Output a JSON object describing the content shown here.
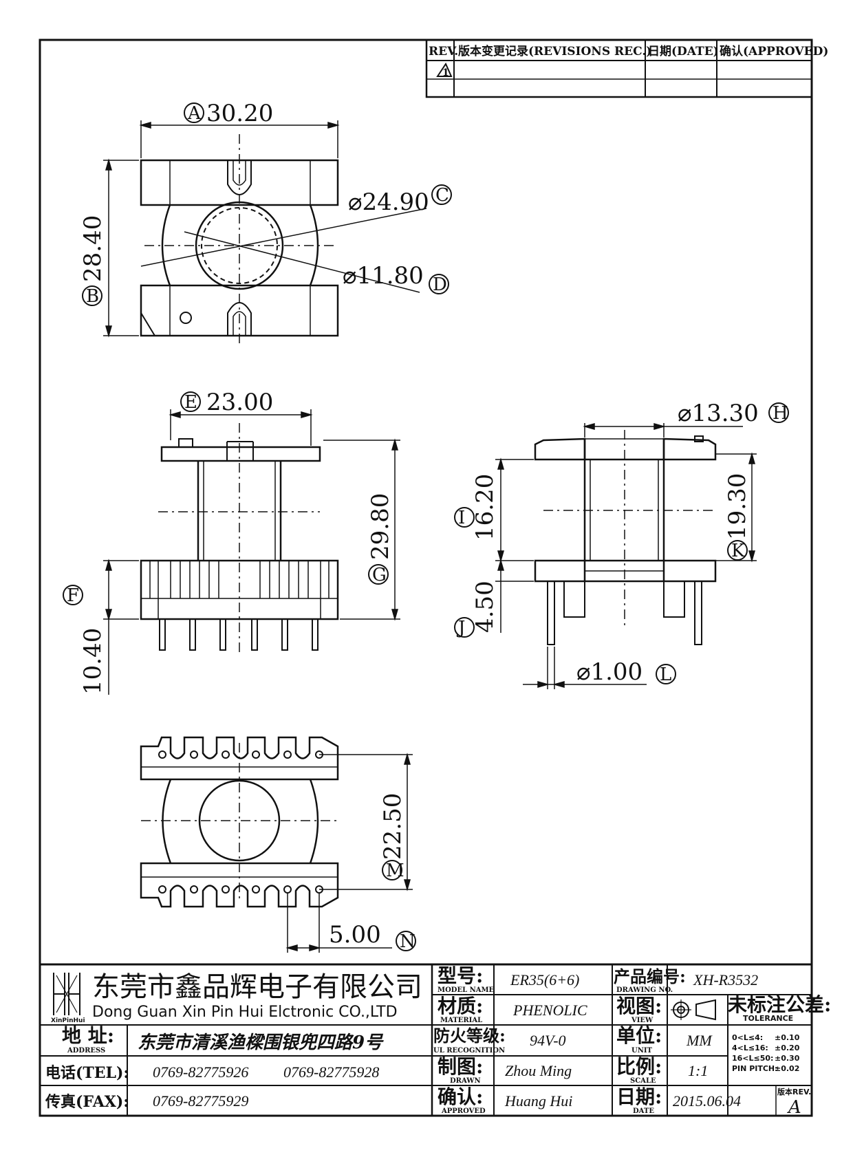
{
  "revision_table": {
    "rev_header": "REV.",
    "revisions_header": "版本变更记录(REVISIONS REC.)",
    "date_header": "日期(DATE)",
    "approved_header": "确认(APPROVED)",
    "rev_mark": "1"
  },
  "dimensions": {
    "A": {
      "label": "A",
      "value": "30.20"
    },
    "B": {
      "label": "B",
      "value": "28.40"
    },
    "C": {
      "label": "C",
      "value": "⌀24.90"
    },
    "D": {
      "label": "D",
      "value": "⌀11.80"
    },
    "E": {
      "label": "E",
      "value": "23.00"
    },
    "F": {
      "label": "F",
      "value": "10.40"
    },
    "G": {
      "label": "G",
      "value": "29.80"
    },
    "H": {
      "label": "H",
      "value": "⌀13.30"
    },
    "I": {
      "label": "I",
      "value": "16.20"
    },
    "J": {
      "label": "J",
      "value": "4.50"
    },
    "K": {
      "label": "K",
      "value": "19.30"
    },
    "L": {
      "label": "L",
      "value": "⌀1.00"
    },
    "M": {
      "label": "M",
      "value": "22.50"
    },
    "N": {
      "label": "N",
      "value": "5.00"
    }
  },
  "title_block": {
    "logo_text": "XinPinHui",
    "company_cn": "东莞市鑫品辉电子有限公司",
    "company_en": "Dong Guan Xin Pin Hui Elctronic CO.,LTD",
    "address_label_cn": "地 址:",
    "address_label_en": "ADDRESS",
    "address_value": "东莞市清溪渔樑围银兜四路9号",
    "tel_label": "电话(TEL):",
    "tel_value_1": "0769-82775926",
    "tel_value_2": "0769-82775928",
    "fax_label": "传真(FAX):",
    "fax_value": "0769-82775929",
    "model_label_cn": "型号:",
    "model_label_en": "MODEL NAME",
    "model_value": "ER35(6+6)",
    "material_label_cn": "材质:",
    "material_label_en": "MATERIAL",
    "material_value": "PHENOLIC",
    "ul_label_cn": "防火等级:",
    "ul_label_en": "UL RECOGNITION",
    "ul_value": "94V-0",
    "drawn_label_cn": "制图:",
    "drawn_label_en": "DRAWN",
    "drawn_value": "Zhou Ming",
    "approved_label_cn": "确认:",
    "approved_label_en": "APPROVED",
    "approved_value": "Huang Hui",
    "drawing_no_label_cn": "产品编号:",
    "drawing_no_label_en": "DRAWING NO.",
    "drawing_no_value": "XH-R3532",
    "view_label_cn": "视图:",
    "view_label_en": "VIEW",
    "unit_label_cn": "单位:",
    "unit_label_en": "UNIT",
    "unit_value": "MM",
    "scale_label_cn": "比例:",
    "scale_label_en": "SCALE",
    "scale_value": "1:1",
    "date_label_cn": "日期:",
    "date_label_en": "DATE",
    "date_value": "2015.06.04",
    "tolerance_label_cn": "未标注公差:",
    "tolerance_label_en": "TOLERANCE",
    "tolerance_rows": [
      {
        "range": "0<L≤4:",
        "value": "±0.10"
      },
      {
        "range": "4<L≤16:",
        "value": "±0.20"
      },
      {
        "range": "16<L≤50:",
        "value": "±0.30"
      },
      {
        "range": "PIN PITCH:",
        "value": "±0.02"
      }
    ],
    "rev_label": "版本REV.",
    "rev_value": "A"
  }
}
